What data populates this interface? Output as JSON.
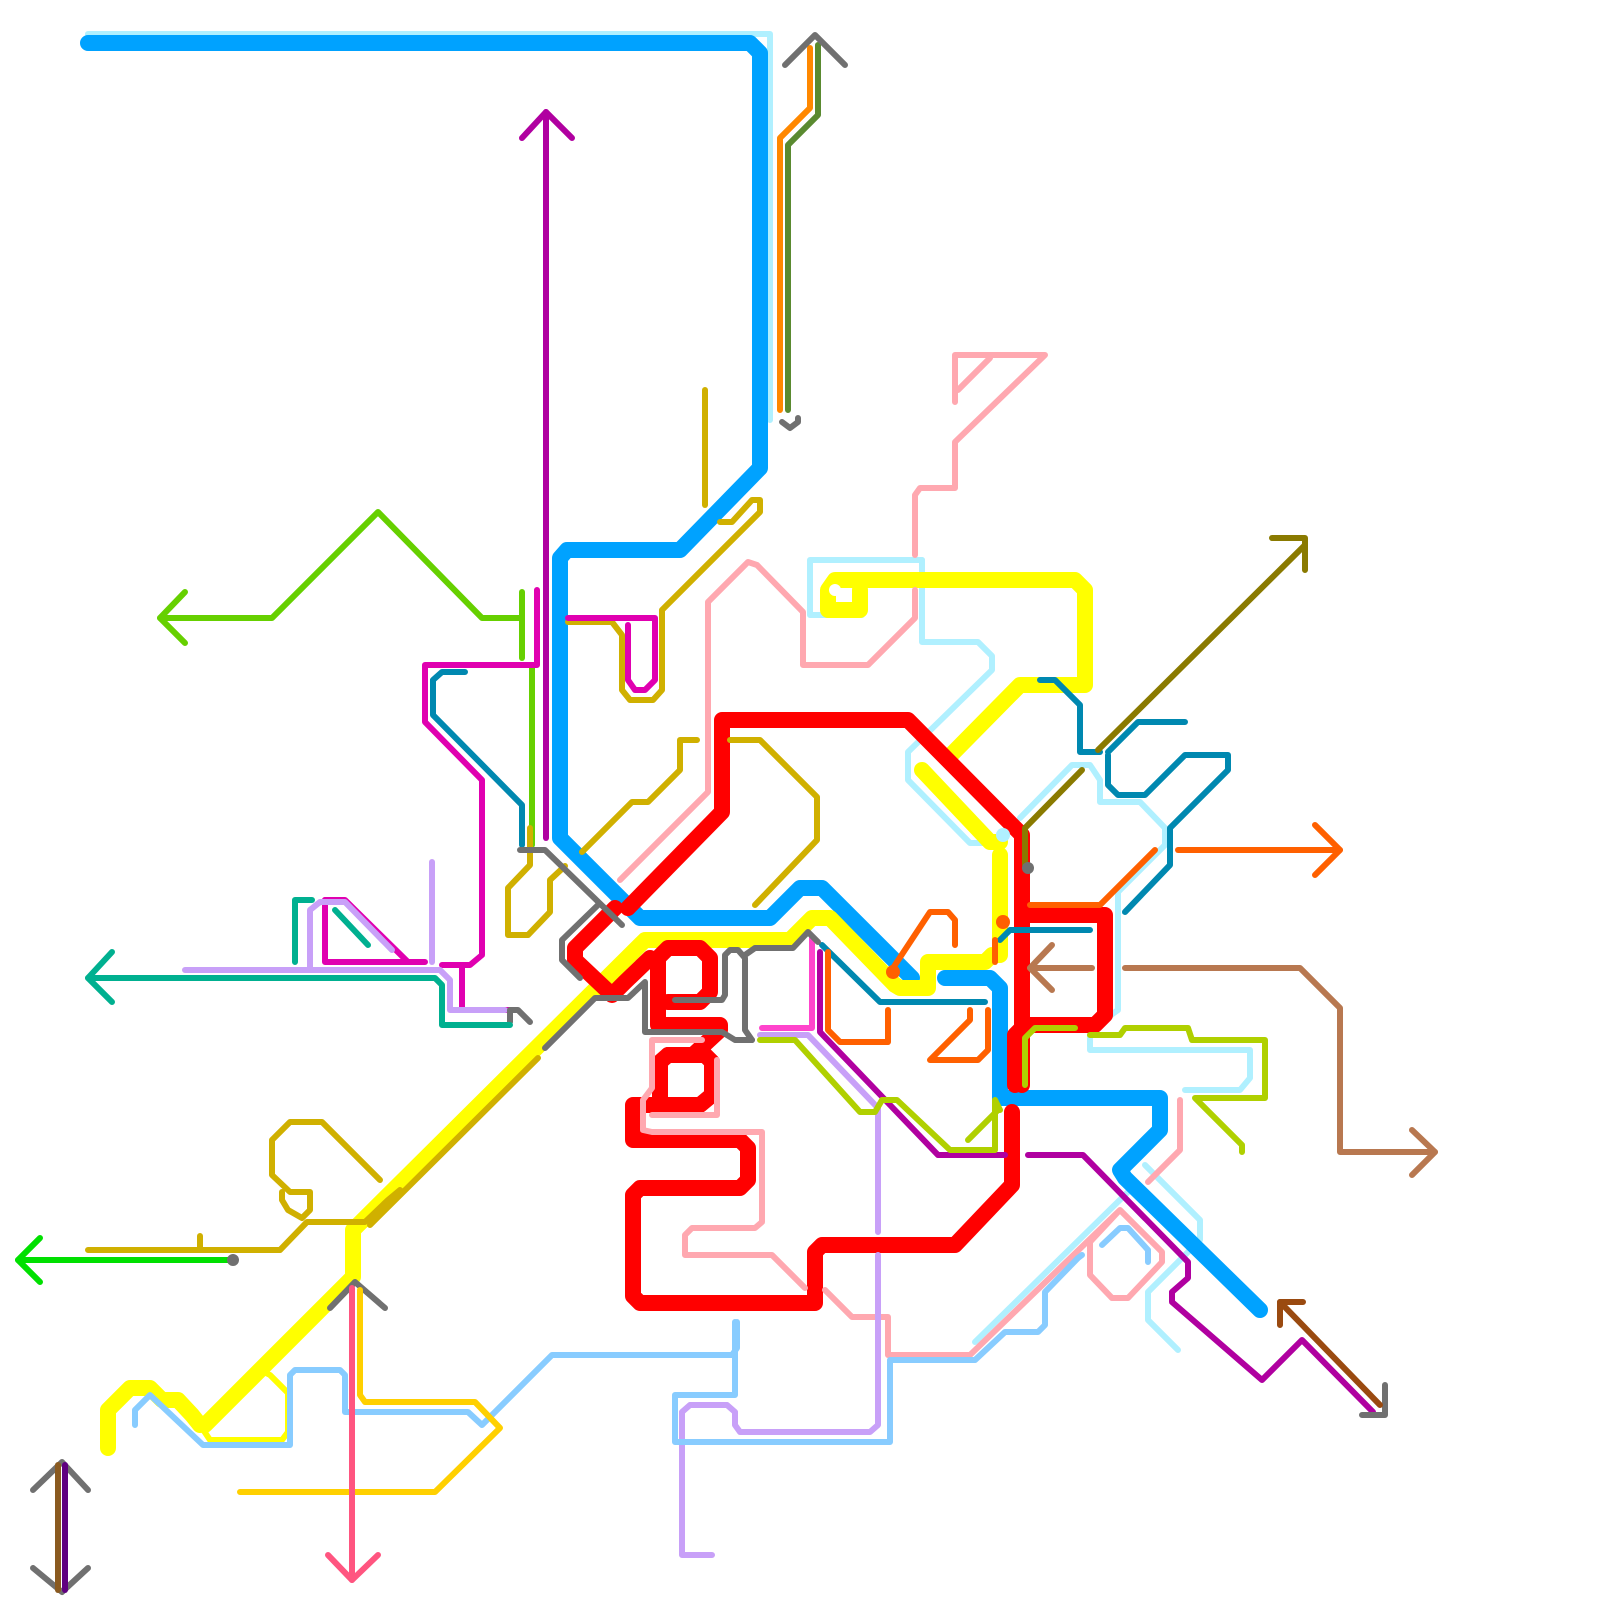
{
  "map": {
    "background": "#ffffff",
    "labels": [],
    "line_colors": {
      "blue": "#00a2ff",
      "light_cyan": "#b0f0ff",
      "red": "#ff0000",
      "yellow": "#ffff00",
      "purple": "#b000a0",
      "lime": "#66d000",
      "green": "#00e000",
      "mustard": "#d0b000",
      "teal_blue": "#0088b0",
      "orange": "#ff6000",
      "amber": "#ff8800",
      "olive": "#8a7a00",
      "dark_green": "#5a8a30",
      "pink": "#ffa8b0",
      "magenta": "#e000b0",
      "lavender": "#c8a0f8",
      "light_blue": "#88ccff",
      "gray": "#707070",
      "gold": "#ffd000",
      "rose": "#ff5580",
      "yellow_green": "#b0d000",
      "sea_green": "#00b090",
      "tan_brown": "#b87850",
      "brown": "#9a4a10",
      "dark_purple": "#600080",
      "hot_pink": "#ff44cc"
    },
    "terminal_arrows": [
      {
        "line": "gray",
        "direction": "up"
      },
      {
        "line": "purple",
        "direction": "up"
      },
      {
        "line": "lime",
        "direction": "left"
      },
      {
        "line": "sea_green",
        "direction": "left"
      },
      {
        "line": "green",
        "direction": "left"
      },
      {
        "line": "olive",
        "direction": "up-right"
      },
      {
        "line": "orange",
        "direction": "right"
      },
      {
        "line": "tan_brown",
        "direction": "left"
      },
      {
        "line": "tan_brown",
        "direction": "right"
      },
      {
        "line": "brown",
        "direction": "up-left"
      },
      {
        "line": "rose",
        "direction": "down"
      },
      {
        "line": "gray",
        "direction": "up"
      },
      {
        "line": "dark_purple",
        "direction": "up-down"
      }
    ]
  }
}
